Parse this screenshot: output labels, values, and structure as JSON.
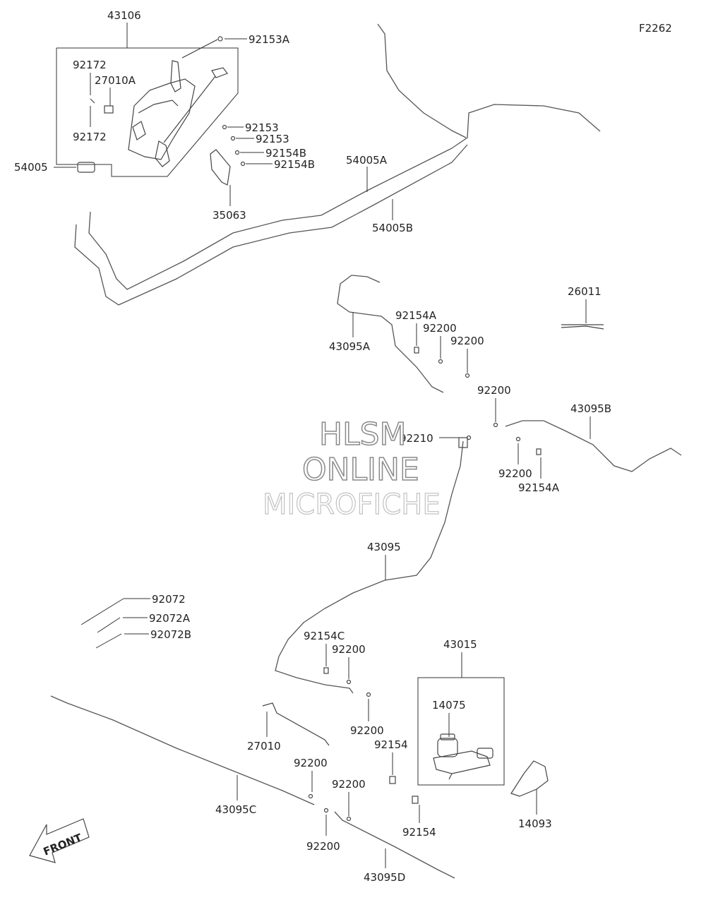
{
  "figure_code": "F2262",
  "watermark": {
    "line1": "HLSM",
    "line2": "ONLINE",
    "line3": "MICROFICHE"
  },
  "front_arrow_label": "FRONT",
  "parts": {
    "p43106": "43106",
    "p92153A": "92153A",
    "p92172a": "92172",
    "p27010A": "27010A",
    "p92172b": "92172",
    "p54005": "54005",
    "p92153a": "92153",
    "p92153b": "92153",
    "p92154Ba": "92154B",
    "p92154Bb": "92154B",
    "p35063": "35063",
    "p54005A": "54005A",
    "p54005B": "54005B",
    "p26011": "26011",
    "p92154Aa": "92154A",
    "p92200a": "92200",
    "p92200b": "92200",
    "p43095A": "43095A",
    "p92200c": "92200",
    "p43095B": "43095B",
    "p92210": "92210",
    "p92200d": "92200",
    "p92154Ab": "92154A",
    "p43095": "43095",
    "p92072": "92072",
    "p92072A": "92072A",
    "p92072B": "92072B",
    "p92154C": "92154C",
    "p92200e": "92200",
    "p43015": "43015",
    "p14075": "14075",
    "p92200f": "92200",
    "p27010": "27010",
    "p92154a": "92154",
    "p92200g": "92200",
    "p92200h": "92200",
    "p43095C": "43095C",
    "p92154b": "92154",
    "p14093": "14093",
    "p92200i": "92200",
    "p43095D": "43095D"
  }
}
